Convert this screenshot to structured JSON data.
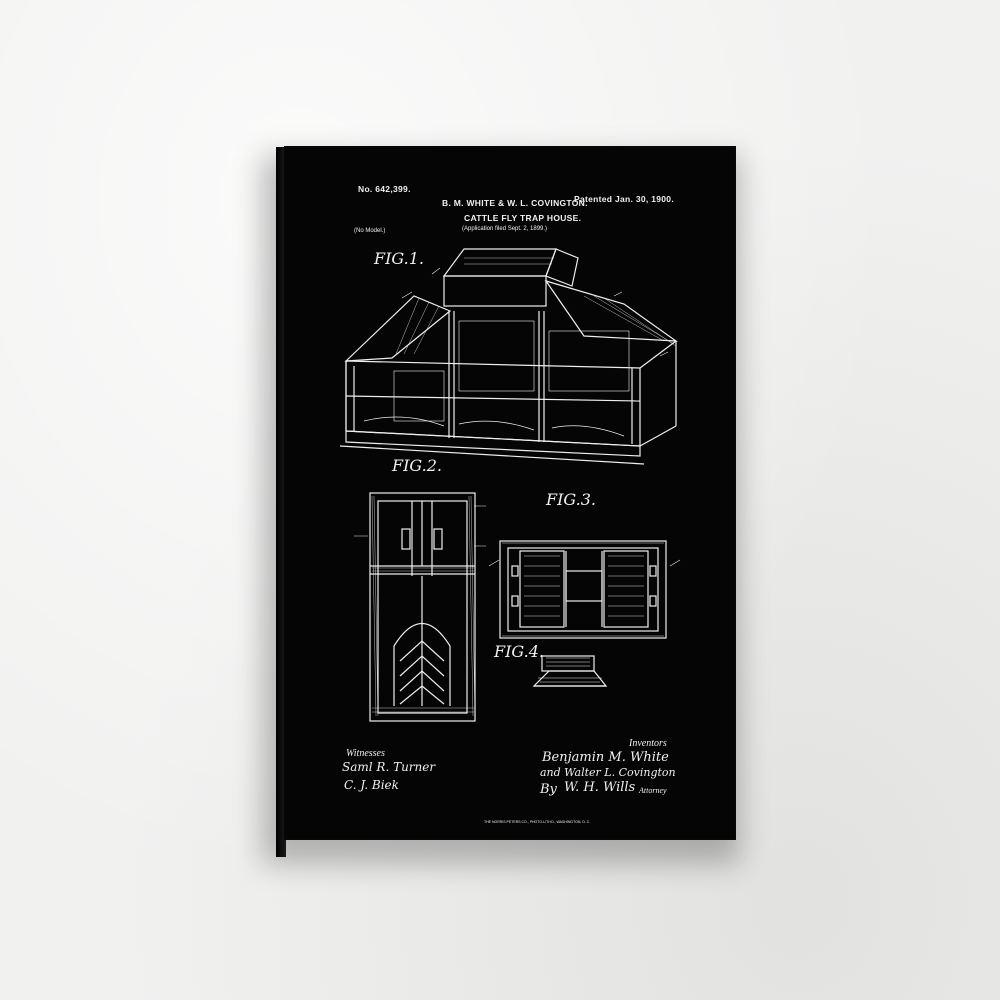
{
  "patent": {
    "number": "No. 642,399.",
    "patented": "Patented Jan. 30, 1900.",
    "inventors_line": "B. M. WHITE & W. L. COVINGTON.",
    "title": "CATTLE FLY TRAP HOUSE.",
    "application": "(Application filed Sept. 2, 1899.)",
    "model": "(No Model.)"
  },
  "figures": {
    "fig1": "FIG.1.",
    "fig2": "FIG.2.",
    "fig3": "FIG.3.",
    "fig4": "FIG.4."
  },
  "signatures": {
    "witnesses_label": "Witnesses",
    "witness1": "Saml R. Turner",
    "witness2": "C. J. Biek",
    "inventors_label": "Inventors",
    "inventor1": "Benjamin M. White",
    "inventor2": "and Walter L. Covington",
    "by": "By",
    "attorney_name": "W. H. Wills",
    "attorney_label": "Attorney"
  },
  "footer": "THE NORRIS PETERS CO., PHOTO-LITHO., WASHINGTON, D. C.",
  "colors": {
    "wall": "#f1f1f0",
    "canvas": "#050505",
    "ink": "#f0f0f0"
  }
}
